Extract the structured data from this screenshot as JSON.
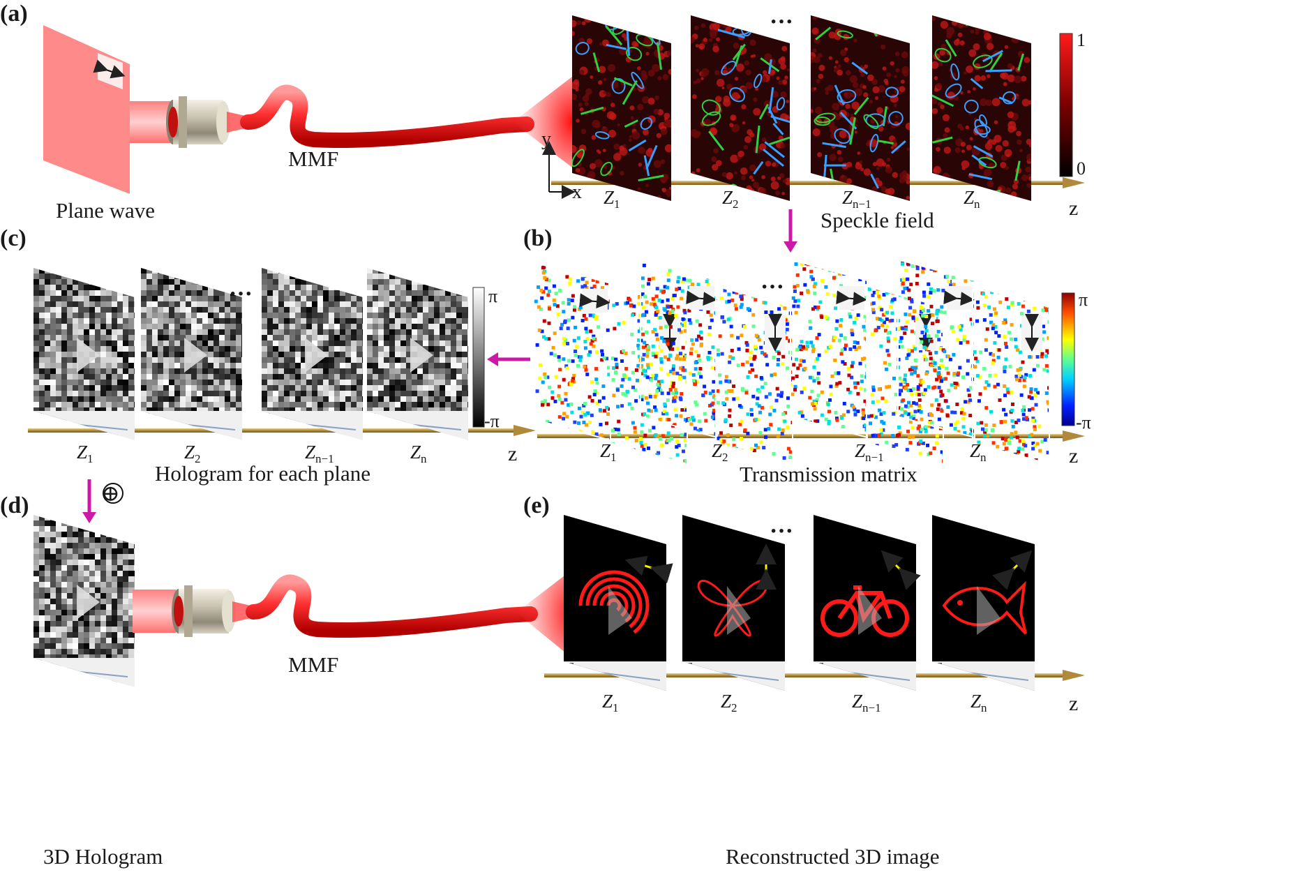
{
  "panels": {
    "a": {
      "letter": "(a)",
      "source_caption": "Plane wave",
      "fiber_label": "MMF",
      "caption": "Speckle field",
      "colorbar": {
        "max": "1",
        "min": "0"
      }
    },
    "b": {
      "letter": "(b)",
      "caption": "Transmission matrix",
      "colorbar": {
        "max": "π",
        "min": "-π"
      }
    },
    "c": {
      "letter": "(c)",
      "caption": "Hologram for each plane",
      "colorbar": {
        "max": "π",
        "min": "-π"
      }
    },
    "d": {
      "letter": "(d)",
      "caption": "3D Hologram",
      "combine_symbol": "⊕"
    },
    "e": {
      "letter": "(e)",
      "fiber_label": "MMF",
      "caption": "Reconstructed 3D image"
    }
  },
  "axes": {
    "x": "x",
    "y": "y",
    "z": "z"
  },
  "planes": [
    {
      "base": "Z",
      "sub": "1"
    },
    {
      "base": "Z",
      "sub": "2"
    },
    {
      "base": "Z",
      "sub": "n−1"
    },
    {
      "base": "Z",
      "sub": "n"
    }
  ],
  "ellipsis": "···",
  "colors": {
    "beam": "#ff2020",
    "arrow": "#cc1aa8",
    "axis": "#b08a3a",
    "speckle_bg": "#2a0505",
    "polarization": "#ffee00"
  },
  "reconstructed_objects": [
    "fingerprint",
    "butterfly",
    "bicycle",
    "fish"
  ]
}
